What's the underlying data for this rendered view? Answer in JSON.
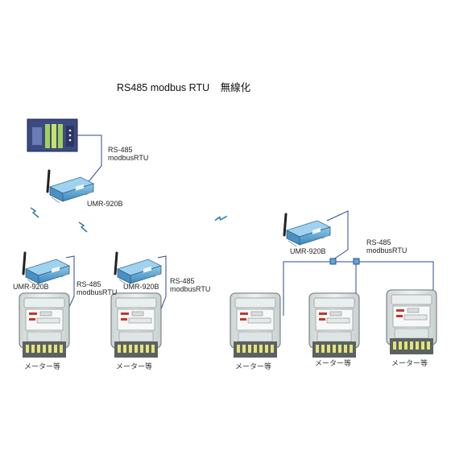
{
  "title": {
    "main": "RS485 modbus RTU",
    "suffix": "無線化"
  },
  "protocol_labels": [
    {
      "line1": "RS-485",
      "line2": "modbusRTU"
    },
    {
      "line1": "RS-485",
      "line2": "modbusRTU"
    },
    {
      "line1": "RS-485",
      "line2": "modbusRTU"
    },
    {
      "line1": "RS-485",
      "line2": "modbusRTU"
    }
  ],
  "devices": [
    {
      "model": "UMR-920B"
    },
    {
      "model": "UMR-920B"
    },
    {
      "model": "UMR-920B"
    },
    {
      "model": "UMR-920B"
    }
  ],
  "meters": [
    {
      "label": "メーター等"
    },
    {
      "label": "メーター等"
    },
    {
      "label": "メーター等"
    },
    {
      "label": "メーター等"
    },
    {
      "label": "メーター等"
    }
  ],
  "colors": {
    "wire": "#2e4a8a",
    "device_body": "#5aa9d6",
    "lightning": "#2f7fa8"
  }
}
